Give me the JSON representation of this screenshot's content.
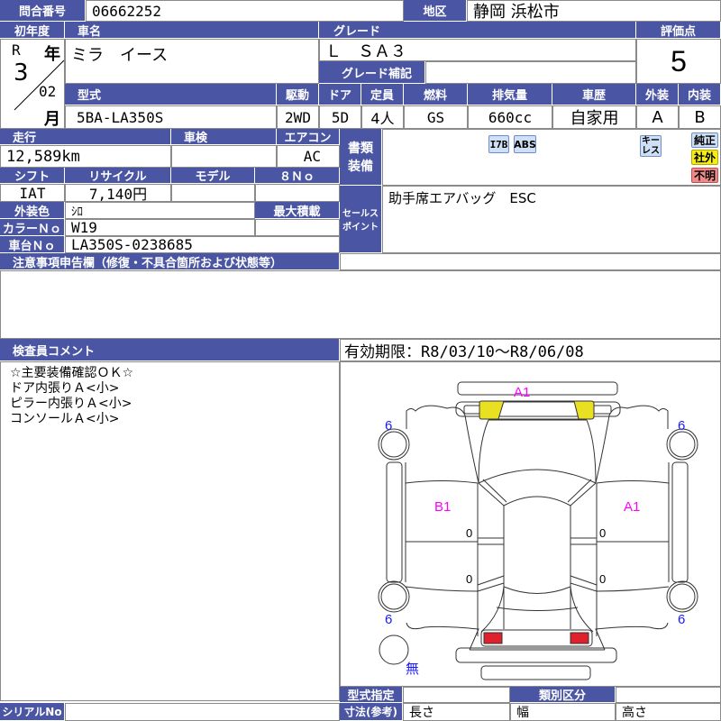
{
  "header": {
    "inquiry_no_label": "問合番号",
    "inquiry_no": "06662252",
    "region_label": "地区",
    "region": "静岡 浜松市"
  },
  "first_reg": {
    "label": "初年度",
    "era": "R",
    "year_suffix": "年",
    "year": "3",
    "month": "02",
    "month_suffix": "月"
  },
  "car_name": {
    "label": "車名",
    "value": "ミラ　イース"
  },
  "grade": {
    "label": "グレード",
    "value": "Ｌ　ＳＡ３",
    "note_label": "グレード補記",
    "note_value": ""
  },
  "score": {
    "label": "評価点",
    "value": "5"
  },
  "specs": {
    "model_label": "型式",
    "model": "5BA-LA350S",
    "drive_label": "駆動",
    "drive": "2WD",
    "door_label": "ドア",
    "door": "5D",
    "capacity_label": "定員",
    "capacity": "4人",
    "fuel_label": "燃料",
    "fuel": "GS",
    "displacement_label": "排気量",
    "displacement": "660cc",
    "history_label": "車歴",
    "history": "自家用",
    "exterior_label": "外装",
    "exterior": "A",
    "interior_label": "内装",
    "interior": "B"
  },
  "details": {
    "mileage_label": "走行",
    "mileage": "12,589km",
    "inspection_label": "車検",
    "inspection": "",
    "ac_label": "エアコン",
    "ac": "AC",
    "shift_label": "シフト",
    "shift": "IAT",
    "recycle_label": "リサイクル",
    "recycle": "7,140円",
    "model_label": "モデル",
    "model": "",
    "eight_no_label": "８Ｎｏ",
    "eight_no": "",
    "color_label": "外装色",
    "color": "ｼﾛ",
    "max_load_label": "最大積載",
    "max_load": "",
    "color_no_label": "カラーＮｏ",
    "color_no": "W19",
    "chassis_no_label": "車台Ｎｏ",
    "chassis_no": "LA350S-0238685"
  },
  "equipment": {
    "label_line1": "書類",
    "label_line2": "装備",
    "badges": [
      "I7B",
      "ABS",
      "キー\nレス"
    ],
    "legend": [
      {
        "label": "純正",
        "color": "#cfe0f6"
      },
      {
        "label": "社外",
        "color": "#f5ee16"
      },
      {
        "label": "不明",
        "color": "#f08a8a"
      }
    ]
  },
  "sales_point": {
    "label_line1": "セールス",
    "label_line2": "ポイント",
    "value": "助手席エアバッグ　ESC"
  },
  "notes": {
    "label": "注意事項申告欄（修復・不具合箇所および状態等）",
    "value": ""
  },
  "inspector": {
    "label": "検査員コメント",
    "lines": [
      "☆主要装備確認ＯＫ☆",
      "ドア内張りＡ<小>",
      "ピラー内張りＡ<小>",
      "コンソールＡ<小>"
    ]
  },
  "validity": "有効期限：R8/03/10〜R8/06/08",
  "diagram": {
    "front_bumper": "A1",
    "left_side": "B1",
    "right_side": "A1",
    "tire_fl": "6",
    "tire_fr": "6",
    "tire_rl": "6",
    "tire_rr": "6",
    "door_marks": [
      "0",
      "0",
      "0",
      "0"
    ],
    "spare": "無",
    "colors": {
      "highlight_yellow": "#e8e020",
      "highlight_red": "#e0202a",
      "mark_magenta": "#ff00ff",
      "tire_blue": "#1a1aff"
    }
  },
  "footer": {
    "type_designation_label": "型式指定",
    "type_designation": "",
    "category_label": "類別区分",
    "category": "",
    "dimensions_label": "寸法(参考)",
    "length_label": "長さ",
    "width_label": "幅",
    "height_label": "高さ",
    "serial_label": "シリアルNo",
    "serial": ""
  }
}
